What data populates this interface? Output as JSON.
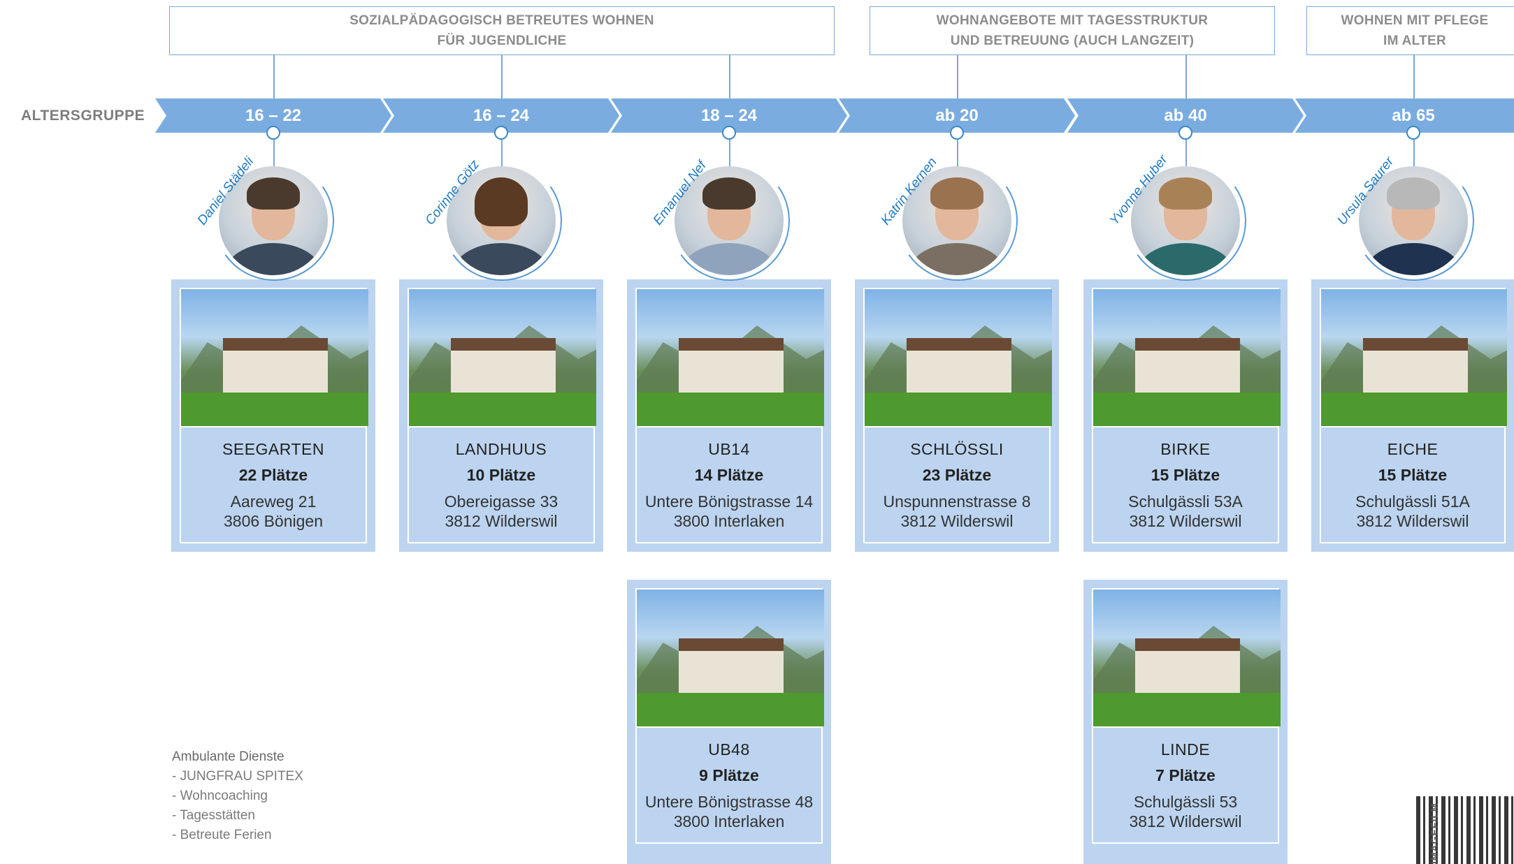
{
  "categories": [
    {
      "label": "SOZIALPÄDAGOGISCH BETREUTES WOHNEN\nFÜR JUGENDLICHE"
    },
    {
      "label": "WOHNANGEBOTE MIT TAGESSTRUKTUR\nUND BETREUUNG (AUCH LANGZEIT)"
    },
    {
      "label": "WOHNEN MIT PFLEGE\nIM ALTER"
    }
  ],
  "age_label": "ALTERSGRUPPE",
  "ages": [
    "16 – 22",
    "16 – 24",
    "18 – 24",
    "ab 20",
    "ab 40",
    "ab 65"
  ],
  "people": [
    "Daniel Städeli",
    "Corinne Götz",
    "Emanuel Nef",
    "Katrin Kernen",
    "Yvonne Huber",
    "Ursula Saurer"
  ],
  "cards": [
    {
      "title": "SEEGARTEN",
      "places": "22 Plätze",
      "addr1": "Aareweg 21",
      "addr2": "3806 Bönigen"
    },
    {
      "title": "LANDHUUS",
      "places": "10 Plätze",
      "addr1": "Obereigasse 33",
      "addr2": "3812 Wilderswil"
    },
    {
      "title": "UB14",
      "places": "14 Plätze",
      "addr1": "Untere Bönigstrasse 14",
      "addr2": "3800 Interlaken"
    },
    {
      "title": "SCHLÖSSLI",
      "places": "23 Plätze",
      "addr1": "Unspunnenstrasse 8",
      "addr2": "3812 Wilderswil"
    },
    {
      "title": "BIRKE",
      "places": "15 Plätze",
      "addr1": "Schulgässli 53A",
      "addr2": "3812 Wilderswil"
    },
    {
      "title": "EICHE",
      "places": "15 Plätze",
      "addr1": "Schulgässli 51A",
      "addr2": "3812 Wilderswil"
    },
    {
      "title": "UB48",
      "places": "9 Plätze",
      "addr1": "Untere Bönigstrasse 48",
      "addr2": "3800 Interlaken"
    },
    {
      "title": "LINDE",
      "places": "7 Plätze",
      "addr1": "Schulgässli 53",
      "addr2": "3812 Wilderswil"
    }
  ],
  "ambulant": {
    "title": "Ambulante Dienste",
    "items": [
      "-  JUNGFRAU SPITEX",
      "-  Wohncoaching",
      "-  Tagesstätten",
      "-  Betreute Ferien"
    ]
  },
  "qr_label": "IMAGEFILM",
  "colors": {
    "bar": "#7aace0",
    "accent": "#1f7ac0",
    "card_bg": "#bcd4ef"
  }
}
